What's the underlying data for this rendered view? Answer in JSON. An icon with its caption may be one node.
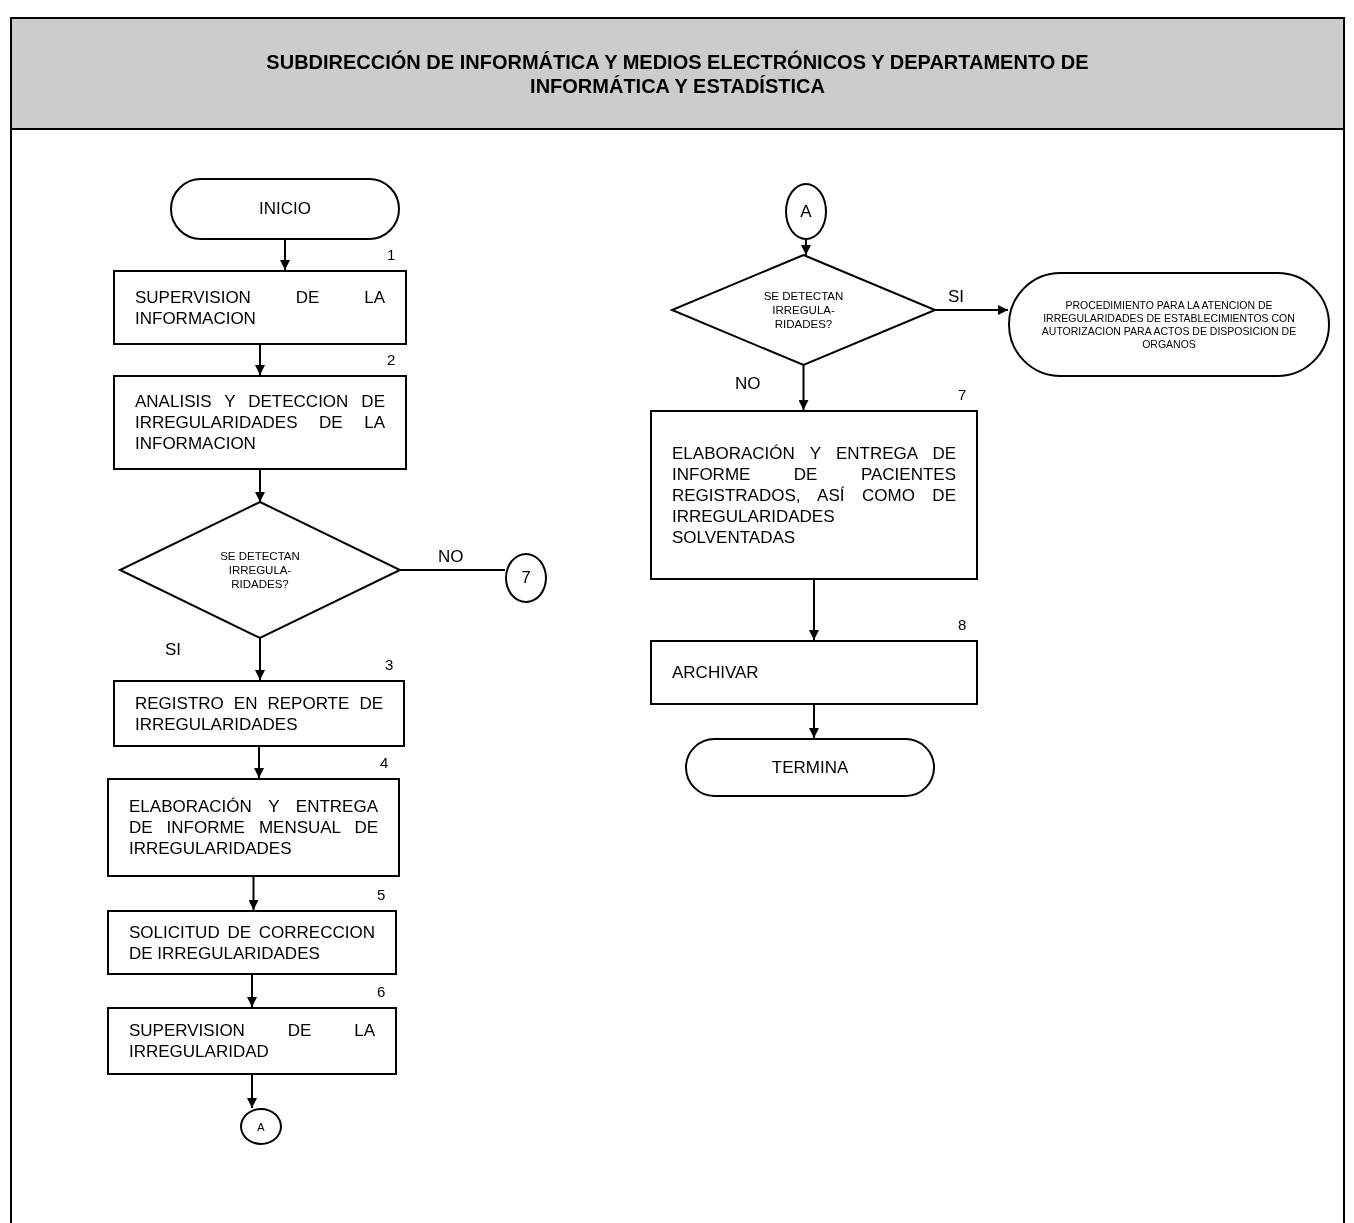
{
  "diagram": {
    "nodes": [
      {
        "text": [
          "SUBDIRECCIÓN DE INFORMÁTICA Y MEDIOS ELECTRÓNICOS Y DEPARTAMENTO DE INFORMÁTICA Y ESTADÍSTICA"
        ]
      },
      {
        "text": [
          "INICIO"
        ]
      },
      {
        "text": [
          "SUPERVISION DE LA INFORMACION"
        ],
        "beside": [
          "1"
        ]
      },
      {
        "text": [
          "ANALISIS Y DETECCION DE IRREGULARIDADES DE LA INFORMACION"
        ],
        "beside": [
          "2"
        ]
      },
      {
        "text": [
          "SE DETECTAN IRREGULA- RIDADES?"
        ]
      },
      {
        "text": [
          "7"
        ]
      },
      {
        "text": [
          "REGISTRO EN REPORTE DE IRREGULARIDADES"
        ],
        "beside": [
          "3"
        ]
      },
      {
        "text": [
          "ELABORACIÓN Y ENTREGA DE INFORME MENSUAL DE IRREGULARIDADES"
        ],
        "beside": [
          "4"
        ]
      },
      {
        "text": [
          "SOLICITUD DE CORRECCION DE IRREGULARIDADES"
        ],
        "beside": [
          "5"
        ]
      },
      {
        "text": [
          "SUPERVISION DE LA IRREGULARIDAD"
        ],
        "beside": [
          "6"
        ]
      },
      {
        "text": [
          "A"
        ]
      },
      {
        "text": [
          "A"
        ]
      },
      {
        "text": [
          "SE DETECTAN IRREGULA- RIDADES?"
        ]
      },
      {
        "text": [
          "PROCEDIMIENTO PARA LA ATENCION DE IRREGULARIDADES DE ESTABLECIMIENTOS CON AUTORIZACION PARA ACTOS DE DISPOSICION DE ORGANOS"
        ]
      },
      {
        "text": [
          "ELABORACIÓN Y ENTREGA DE INFORME DE PACIENTES REGISTRADOS, ASÍ COMO DE IRREGULARIDADES SOLVENTADAS"
        ],
        "beside": [
          "7"
        ]
      },
      {
        "text": [
          "ARCHIVAR"
        ],
        "beside": [
          "8"
        ]
      },
      {
        "text": [
          "TERMINA"
        ]
      }
    ],
    "edges": [
      {
        "from": 1,
        "to": 2,
        "arrow": "to"
      },
      {
        "from": 2,
        "to": 3,
        "arrow": "to"
      },
      {
        "from": 3,
        "to": 4,
        "arrow": "to"
      },
      {
        "from": 4,
        "to": 5,
        "arrow": "none",
        "label": "NO"
      },
      {
        "from": 4,
        "to": 6,
        "arrow": "to",
        "label": "SI"
      },
      {
        "from": 6,
        "to": 7,
        "arrow": "to"
      },
      {
        "from": 7,
        "to": 8,
        "arrow": "to"
      },
      {
        "from": 8,
        "to": 9,
        "arrow": "to"
      },
      {
        "from": 9,
        "to": 10,
        "arrow": "to"
      },
      {
        "from": 11,
        "to": 12,
        "arrow": "to"
      },
      {
        "from": 12,
        "to": 13,
        "arrow": "to",
        "label": "SI"
      },
      {
        "from": 12,
        "to": 14,
        "arrow": "to",
        "label": "NO"
      },
      {
        "from": 14,
        "to": 15,
        "arrow": "to"
      },
      {
        "from": 15,
        "to": 16,
        "arrow": "to"
      }
    ]
  }
}
